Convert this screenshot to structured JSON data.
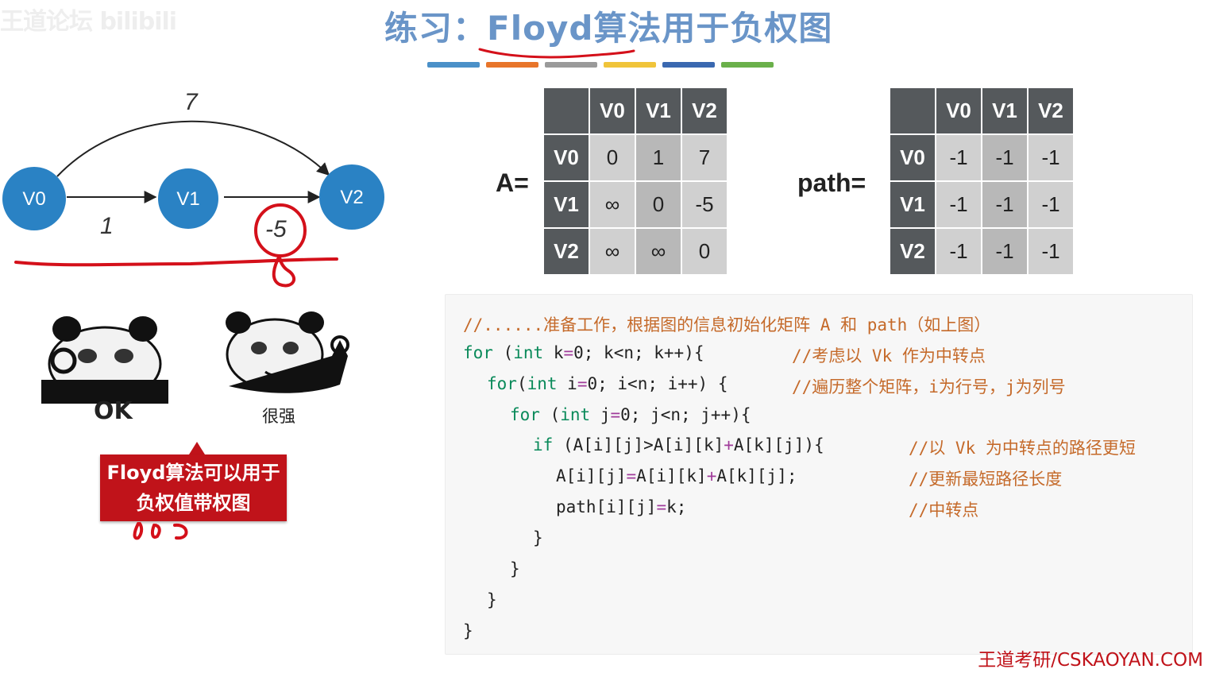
{
  "watermark": "王道论坛 bilibili",
  "title": "练习：Floyd算法用于负权图",
  "colorbar": [
    "#4a90c8",
    "#e8752a",
    "#9a9a9a",
    "#f0c43a",
    "#3a68b0",
    "#6ab04a"
  ],
  "graph": {
    "nodes": [
      "V0",
      "V1",
      "V2"
    ],
    "edges": [
      {
        "from": "V0",
        "to": "V2",
        "weight": "7"
      },
      {
        "from": "V0",
        "to": "V1",
        "weight": "1"
      },
      {
        "from": "V1",
        "to": "V2",
        "weight": "-5"
      }
    ],
    "node_color": "#2a82c4",
    "annotation_color": "#d4101a"
  },
  "memes": {
    "left_caption": "OK",
    "right_caption": "很强"
  },
  "callout": {
    "line1": "Floyd算法可以用于",
    "line2": "负权值带权图"
  },
  "matrix_a": {
    "label": "A=",
    "cols": [
      "V0",
      "V1",
      "V2"
    ],
    "rows": [
      {
        "name": "V0",
        "cells": [
          "0",
          "1",
          "7"
        ]
      },
      {
        "name": "V1",
        "cells": [
          "∞",
          "0",
          "-5"
        ]
      },
      {
        "name": "V2",
        "cells": [
          "∞",
          "∞",
          "0"
        ]
      }
    ]
  },
  "matrix_path": {
    "label": "path=",
    "cols": [
      "V0",
      "V1",
      "V2"
    ],
    "rows": [
      {
        "name": "V0",
        "cells": [
          "-1",
          "-1",
          "-1"
        ]
      },
      {
        "name": "V1",
        "cells": [
          "-1",
          "-1",
          "-1"
        ]
      },
      {
        "name": "V2",
        "cells": [
          "-1",
          "-1",
          "-1"
        ]
      }
    ]
  },
  "code": {
    "l1_comment": "//......准备工作，根据图的信息初始化矩阵 A 和 path（如上图）",
    "l2_kw1": "for",
    "l2_a": " (",
    "l2_kw2": "int",
    "l2_b": " k",
    "l2_op": "=",
    "l2_c": "0; k<n; k++){",
    "l2_comment": "//考虑以 Vk 作为中转点",
    "l3_kw1": "for",
    "l3_a": "(",
    "l3_kw2": "int",
    "l3_b": " i",
    "l3_op": "=",
    "l3_c": "0; i<n; i++) {",
    "l3_comment": "//遍历整个矩阵，i为行号，j为列号",
    "l4_kw1": "for",
    "l4_a": " (",
    "l4_kw2": "int",
    "l4_b": " j",
    "l4_op": "=",
    "l4_c": "0; j<n; j++){",
    "l5_kw": "if",
    "l5_a": " (A[i][j]>A[i][k]",
    "l5_op": "+",
    "l5_b": "A[k][j]){",
    "l5_comment": "//以 Vk 为中转点的路径更短",
    "l6_a": "A[i][j]",
    "l6_op1": "=",
    "l6_b": "A[i][k]",
    "l6_op2": "+",
    "l6_c": "A[k][j];",
    "l6_comment": "//更新最短路径长度",
    "l7_a": "path[i][j]",
    "l7_op": "=",
    "l7_b": "k;",
    "l7_comment": "//中转点",
    "close": "}"
  },
  "footer": "王道考研/CSKAOYAN.COM"
}
